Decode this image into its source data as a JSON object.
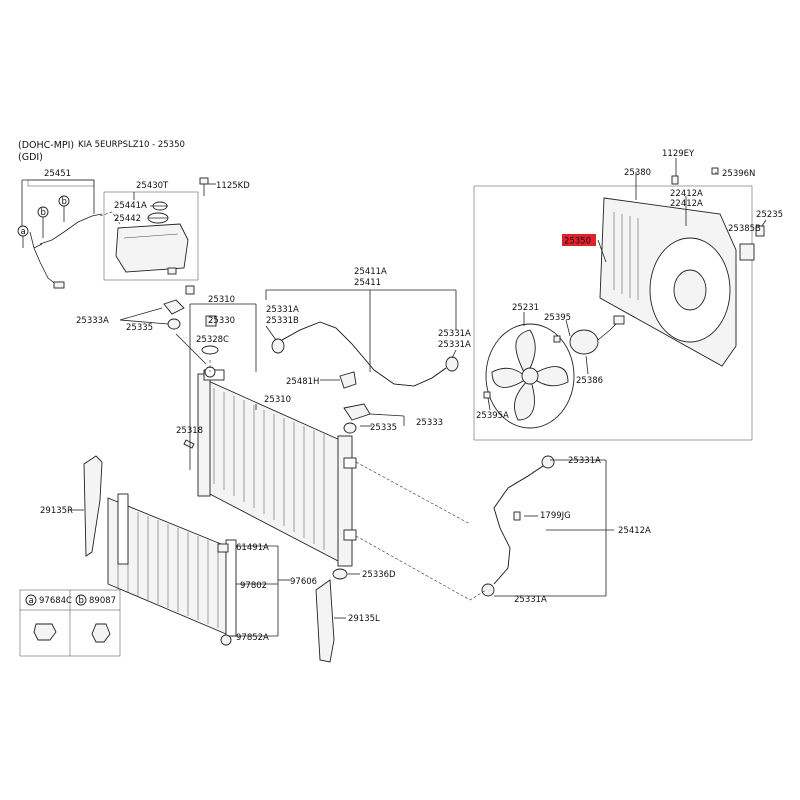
{
  "header": {
    "engine_line1": "(DOHC-MPI)",
    "engine_line2": "(GDI)",
    "catalog": "KIA 5EURPSLZ10 - 25350"
  },
  "highlight": {
    "label": "25350",
    "color": "#e0202a"
  },
  "legend": {
    "a": {
      "letter": "a",
      "code": "97684C"
    },
    "b": {
      "letter": "b",
      "code": "89087"
    }
  },
  "labels": {
    "p25451": "25451",
    "p25430T": "25430T",
    "p1125KD": "1125KD",
    "p25441A": "25441A",
    "p25442": "25442",
    "p25310a": "25310",
    "p25330": "25330",
    "p25328C": "25328C",
    "p25333A": "25333A",
    "p25335a": "25335",
    "p25318": "25318",
    "p25310b": "25310",
    "p25331A_1": "25331A",
    "p25331B_1": "25331B",
    "p25411A": "25411A",
    "p25411": "25411",
    "p25331A_2": "25331A",
    "p25331A_3": "25331A",
    "p25481H": "25481H",
    "p25333": "25333",
    "p25335b": "25335",
    "p29135R": "29135R",
    "p61491A": "61491A",
    "p97802": "97802",
    "p97606": "97606",
    "p97852A": "97852A",
    "p25336D": "25336D",
    "p29135L": "29135L",
    "p1129EY": "1129EY",
    "p25380": "25380",
    "p25396N": "25396N",
    "p22412A_1": "22412A",
    "p22412A_2": "22412A",
    "p25235": "25235",
    "p25385B": "25385B",
    "p25231": "25231",
    "p25395": "25395",
    "p25386": "25386",
    "p25395A": "25395A",
    "p25331A_4": "25331A",
    "p1799JG": "1799JG",
    "p25412A": "25412A",
    "p25331A_5": "25331A"
  },
  "callouts": {
    "a": "a",
    "b1": "b",
    "b2": "b"
  }
}
